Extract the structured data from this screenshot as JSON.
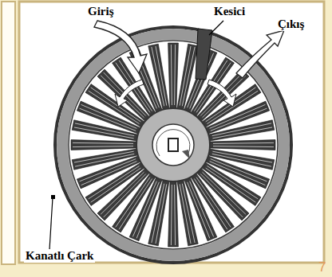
{
  "diagram": {
    "labels": [
      "Giriş",
      "Kesici",
      "Çıkış",
      "Kanatlı Çark",
      "7"
    ]
  }
}
